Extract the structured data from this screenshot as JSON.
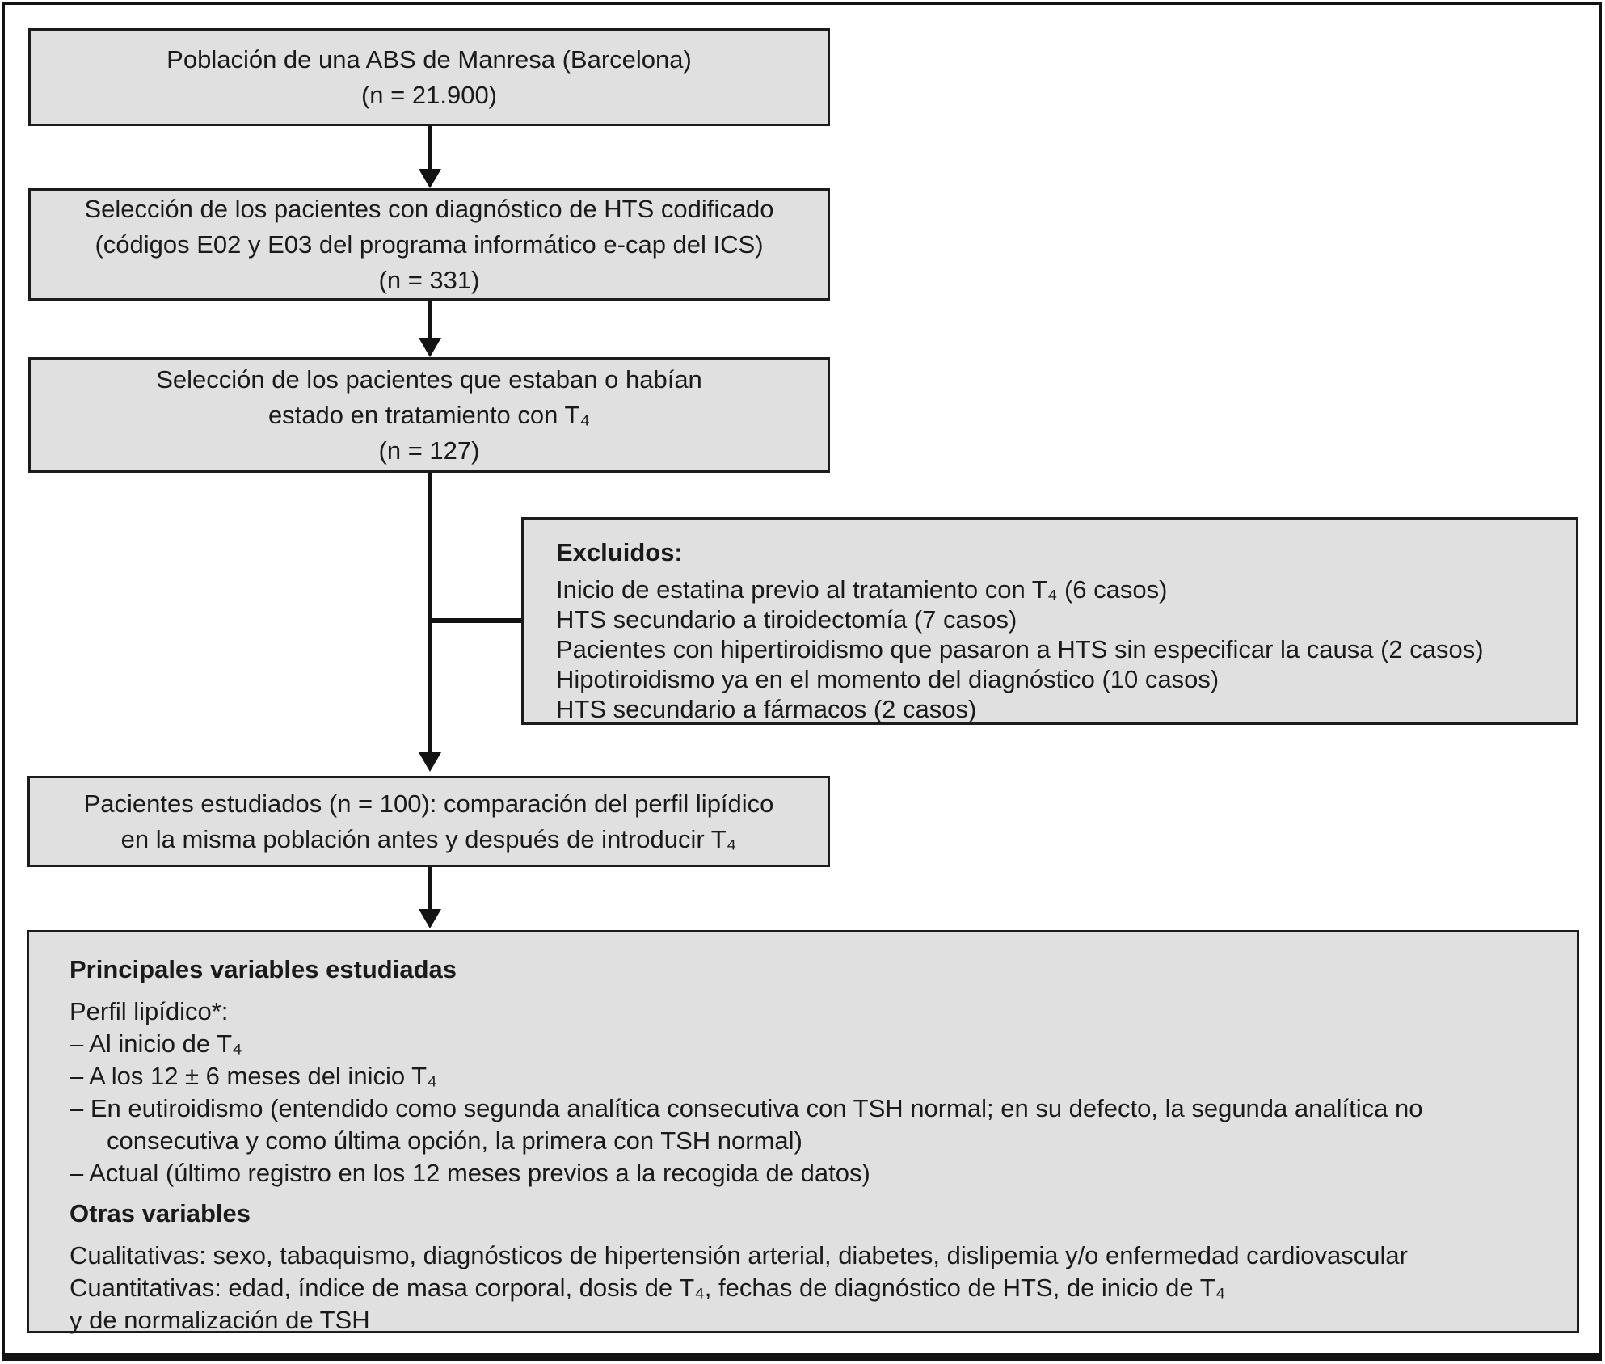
{
  "colors": {
    "box_fill": "#e0e0e0",
    "box_border": "#1c1c1c",
    "connector": "#131313",
    "text": "#1a1a1a"
  },
  "flow": {
    "population": {
      "lines": [
        "Población de una ABS de Manresa (Barcelona)",
        "(n = 21.900)"
      ]
    },
    "selection_hts": {
      "lines": [
        "Selección de los pacientes con diagnóstico de HTS codificado",
        "(códigos E02 y E03 del programa informático e-cap del ICS)",
        "(n = 331)"
      ]
    },
    "selection_t4": {
      "lines": [
        "Selección de los pacientes que estaban o habían",
        "estado en tratamiento con T₄",
        "(n = 127)"
      ]
    },
    "excluded": {
      "title": "Excluidos:",
      "items": [
        "Inicio de estatina previo al tratamiento con T₄ (6 casos)",
        "HTS secundario a tiroidectomía (7 casos)",
        "Pacientes con hipertiroidismo que pasaron a HTS sin especificar la causa (2 casos)",
        "Hipotiroidismo ya en el momento del diagnóstico (10 casos)",
        "HTS secundario a fármacos (2 casos)"
      ]
    },
    "studied": {
      "lines": [
        "Pacientes estudiados (n = 100): comparación del perfil lipídico",
        "en la misma población antes y después de introducir T₄"
      ]
    },
    "variables": {
      "title": "Principales variables estudiadas",
      "lipid_items": [
        "Perfil lipídico*:",
        "– Al inicio de T₄",
        "– A los 12 ± 6 meses del inicio T₄",
        "– En eutiroidismo (entendido como segunda analítica consecutiva con TSH normal; en su defecto, la segunda analítica no",
        {
          "text": "consecutiva y como última opción, la primera con TSH normal)",
          "indent": true
        },
        "– Actual (último registro en los 12 meses previos a la recogida de datos)"
      ],
      "other_title": "Otras variables",
      "other_items": [
        "Cualitativas: sexo, tabaquismo, diagnósticos de hipertensión arterial, diabetes, dislipemia y/o enfermedad cardiovascular",
        "Cuantitativas: edad, índice de masa corporal, dosis de T₄, fechas de diagnóstico de HTS, de inicio de T₄",
        "y de normalización de TSH"
      ]
    }
  }
}
